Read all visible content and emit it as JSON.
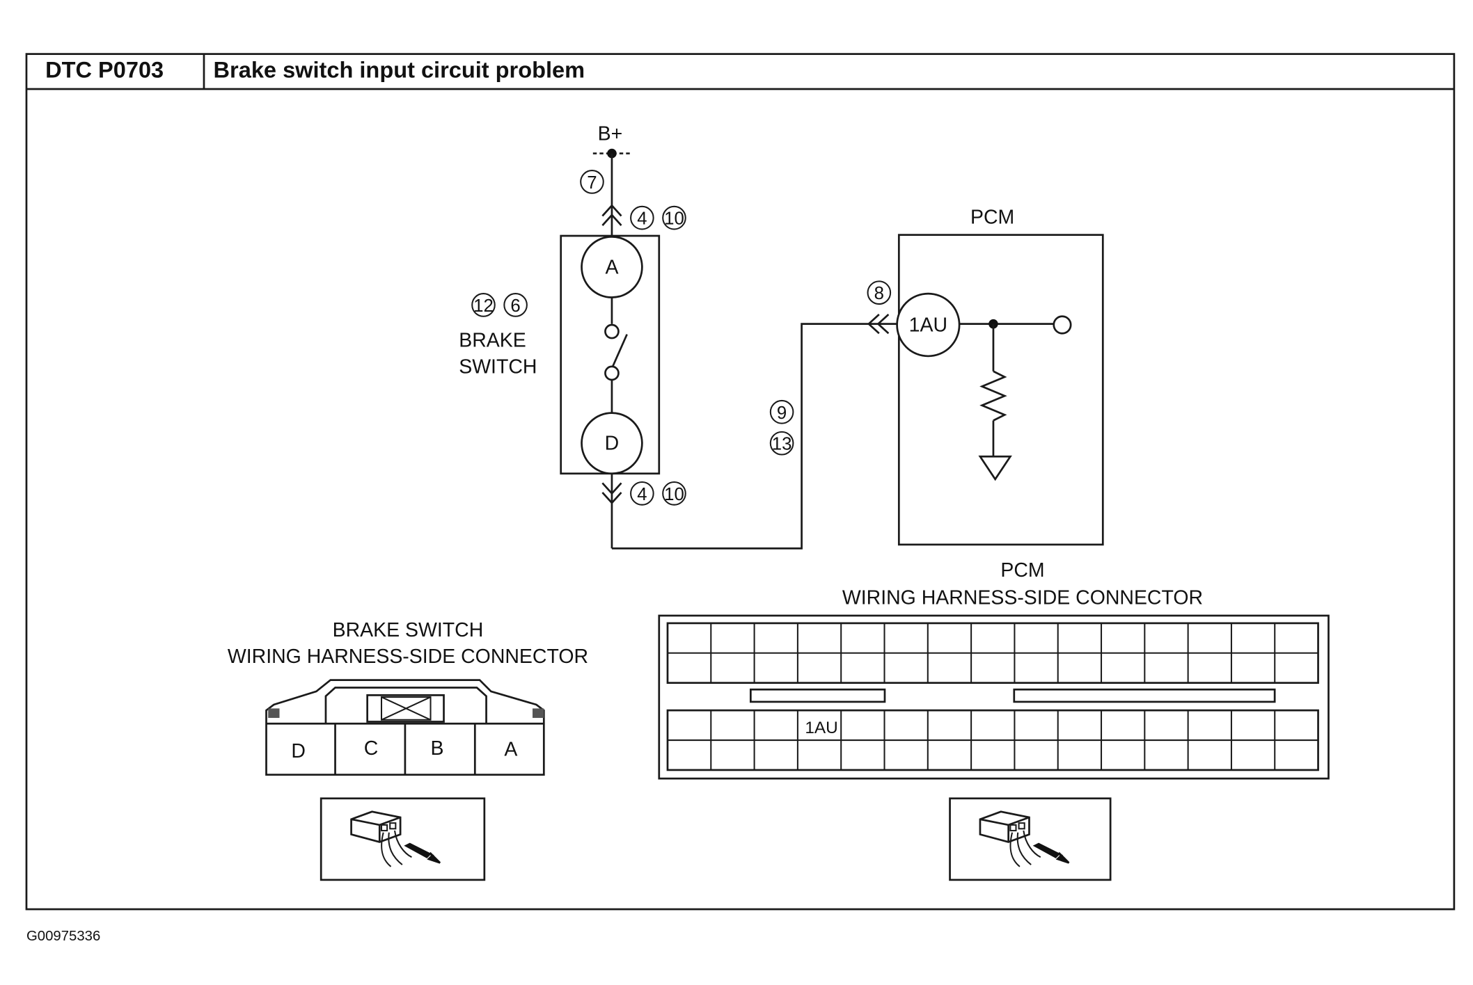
{
  "header": {
    "code": "DTC P0703",
    "title": "Brake switch input circuit problem"
  },
  "schematic": {
    "power_label": "B+",
    "brake_switch_label_line1": "BRAKE",
    "brake_switch_label_line2": "SWITCH",
    "pcm_label": "PCM",
    "terminal_a": "A",
    "terminal_d": "D",
    "pcm_terminal": "1AU",
    "callouts": {
      "power_wire": "7",
      "upper_connector": [
        "4",
        "10"
      ],
      "switch": [
        "12",
        "6"
      ],
      "pcm_input": "8",
      "signal_wire": [
        "9",
        "13"
      ],
      "lower_connector": [
        "4",
        "10"
      ]
    }
  },
  "brake_connector": {
    "title_line1": "BRAKE SWITCH",
    "title_line2": "WIRING HARNESS-SIDE CONNECTOR",
    "pins": [
      "D",
      "C",
      "B",
      "A"
    ]
  },
  "pcm_connector": {
    "title_line1": "PCM",
    "title_line2": "WIRING HARNESS-SIDE CONNECTOR",
    "highlighted_pin": "1AU"
  },
  "figure_id": "G00975336"
}
